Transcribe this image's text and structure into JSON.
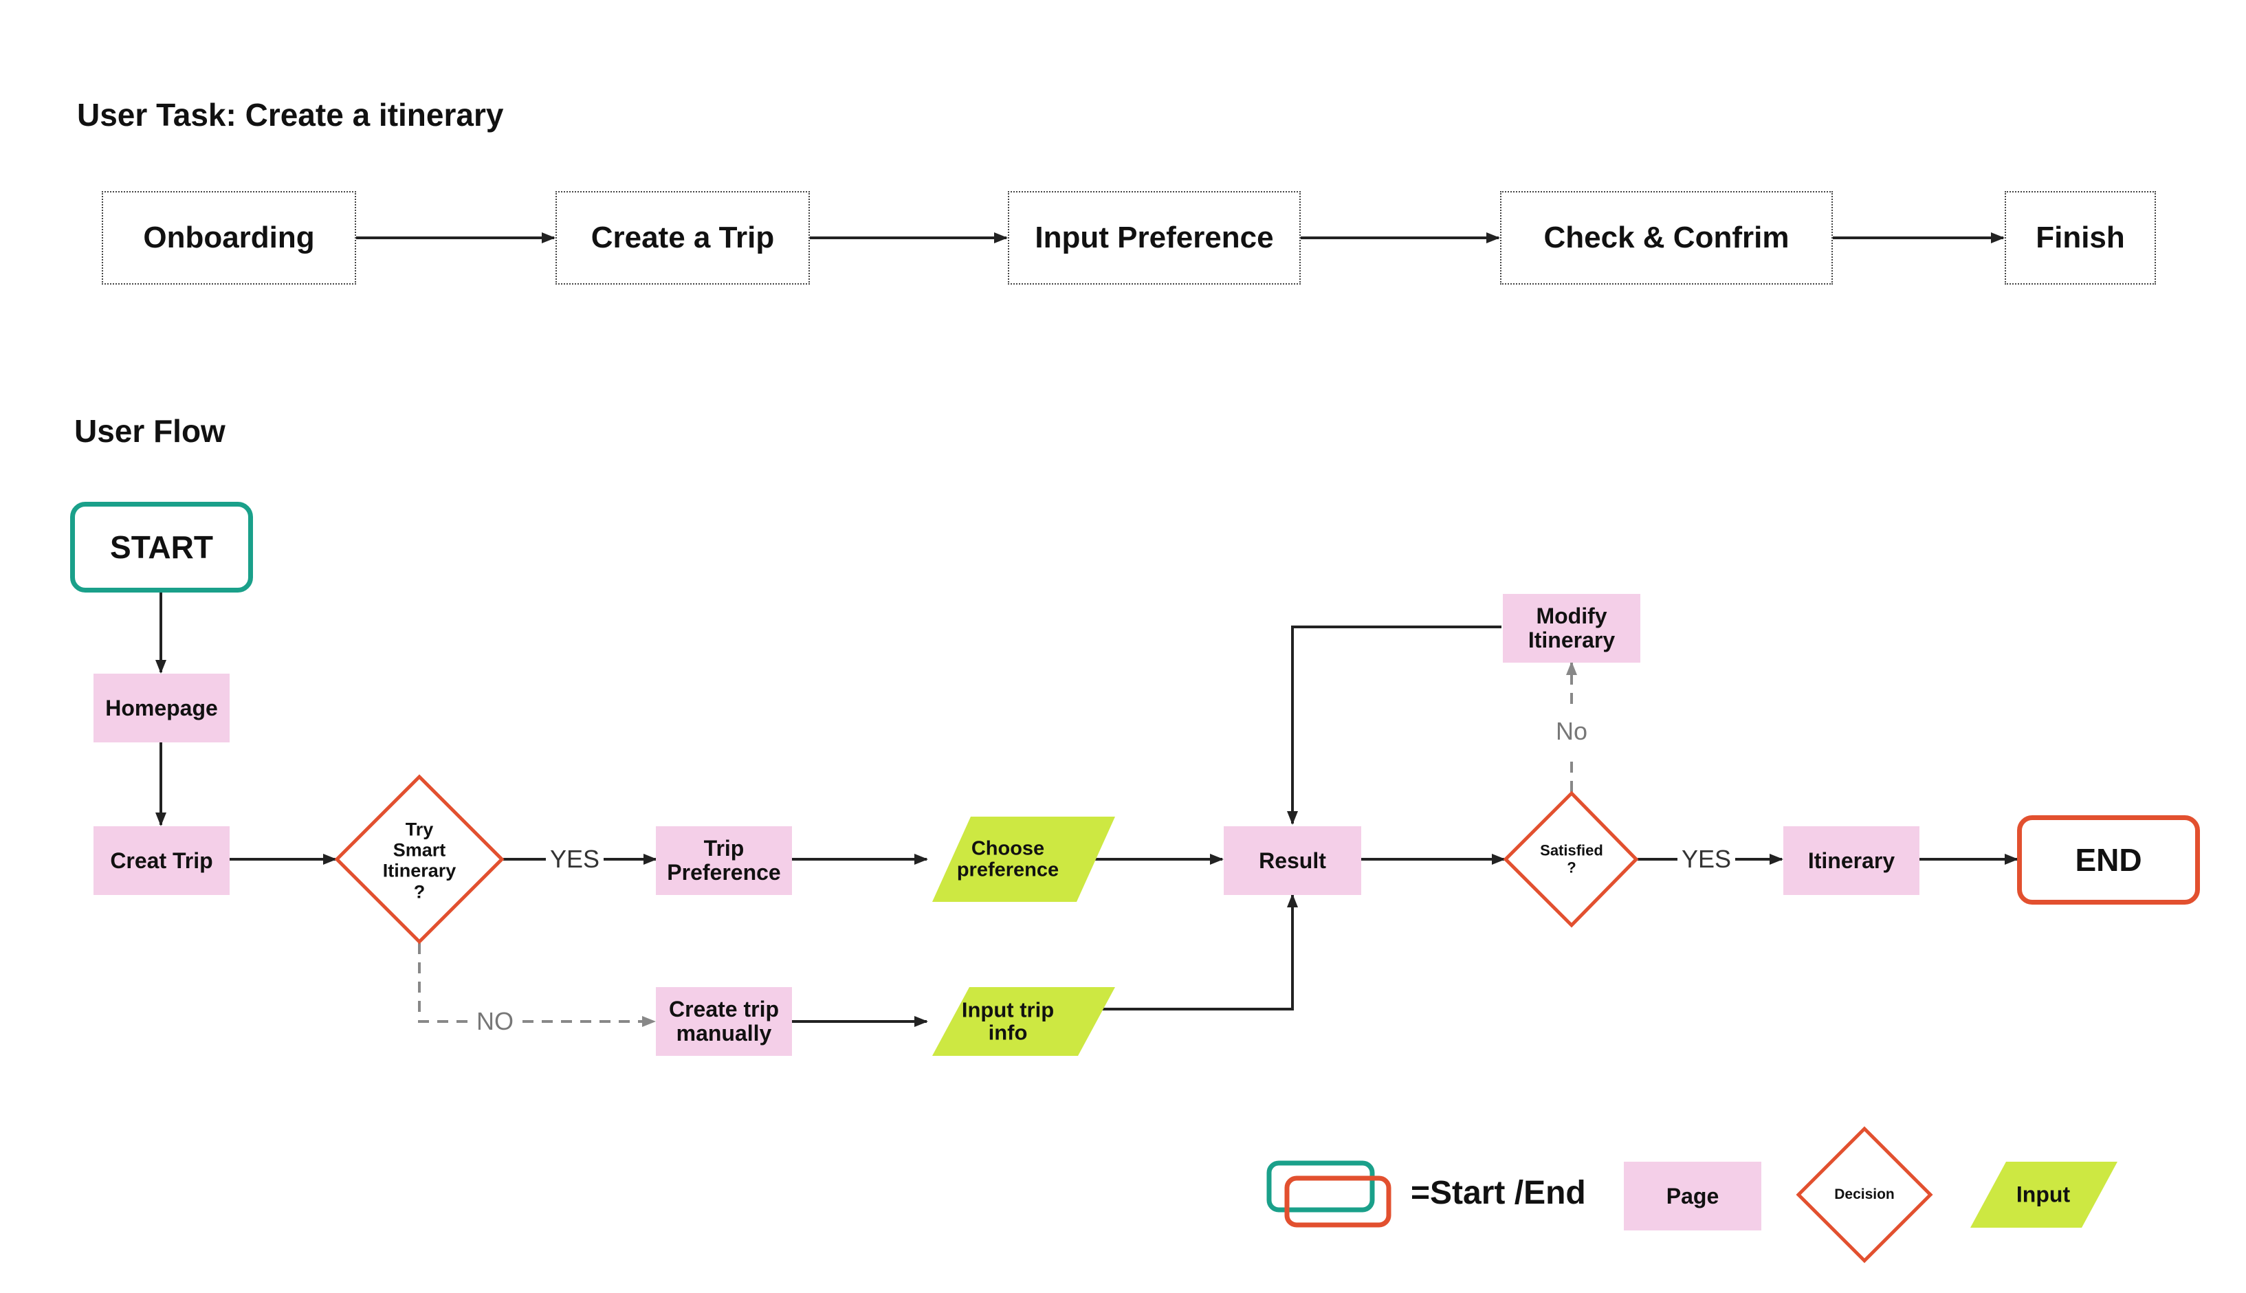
{
  "task": {
    "title": "User Task: Create a itinerary",
    "steps": [
      "Onboarding",
      "Create a Trip",
      "Input Preference",
      "Check & Confrim",
      "Finish"
    ]
  },
  "flow": {
    "title": "User Flow",
    "start": "START",
    "end": "END",
    "pages": {
      "homepage": "Homepage",
      "creat_trip": "Creat Trip",
      "trip_preference": "Trip\nPreference",
      "create_manually": "Create trip\nmanually",
      "result": "Result",
      "modify": "Modify\nItinerary",
      "itinerary": "Itinerary"
    },
    "decisions": {
      "smart": "Try\nSmart\nItinerary\n?",
      "satisfied": "Satisfied\n?"
    },
    "inputs": {
      "choose_pref": "Choose\npreference",
      "trip_info": "Input trip\ninfo"
    },
    "edge_labels": {
      "yes1": "YES",
      "no1": "NO",
      "yes2": "YES",
      "no2": "No"
    }
  },
  "legend": {
    "start_end": "=Start /End",
    "page": "Page",
    "decision": "Decision",
    "input": "Input"
  },
  "colors": {
    "start": "#1aa08a",
    "end": "#e2502f",
    "page": "#f4cfe8",
    "input": "#cde842",
    "decision": "#e2502f",
    "line": "#222222",
    "dashed": "#888888"
  }
}
